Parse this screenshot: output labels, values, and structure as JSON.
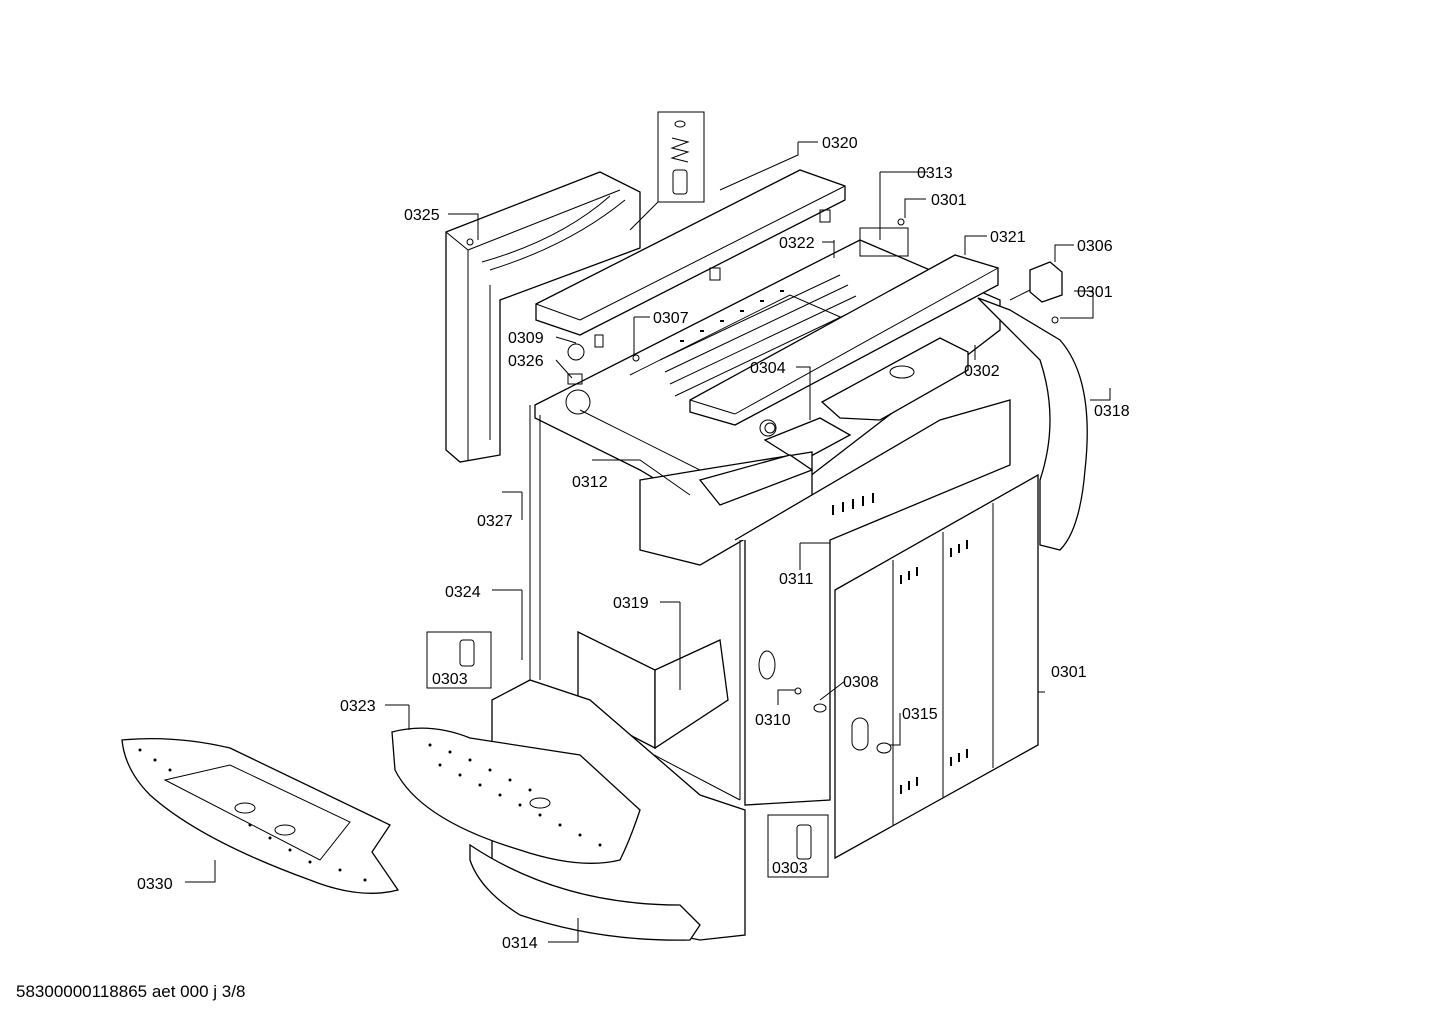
{
  "footer_text": "58300000118865 aet 000 j 3/8",
  "labels": {
    "p0320": "0320",
    "p0325": "0325",
    "p0313": "0313",
    "p0301_a": "0301",
    "p0322": "0322",
    "p0321": "0321",
    "p0306": "0306",
    "p0301_b": "0301",
    "p0309": "0309",
    "p0307": "0307",
    "p0326": "0326",
    "p0304": "0304",
    "p0302": "0302",
    "p0318": "0318",
    "p0312": "0312",
    "p0327": "0327",
    "p0311": "0311",
    "p0324": "0324",
    "p0319": "0319",
    "p0303_a": "0303",
    "p0301_c": "0301",
    "p0308": "0308",
    "p0323": "0323",
    "p0310": "0310",
    "p0315": "0315",
    "p0330": "0330",
    "p0303_b": "0303",
    "p0314": "0314"
  }
}
